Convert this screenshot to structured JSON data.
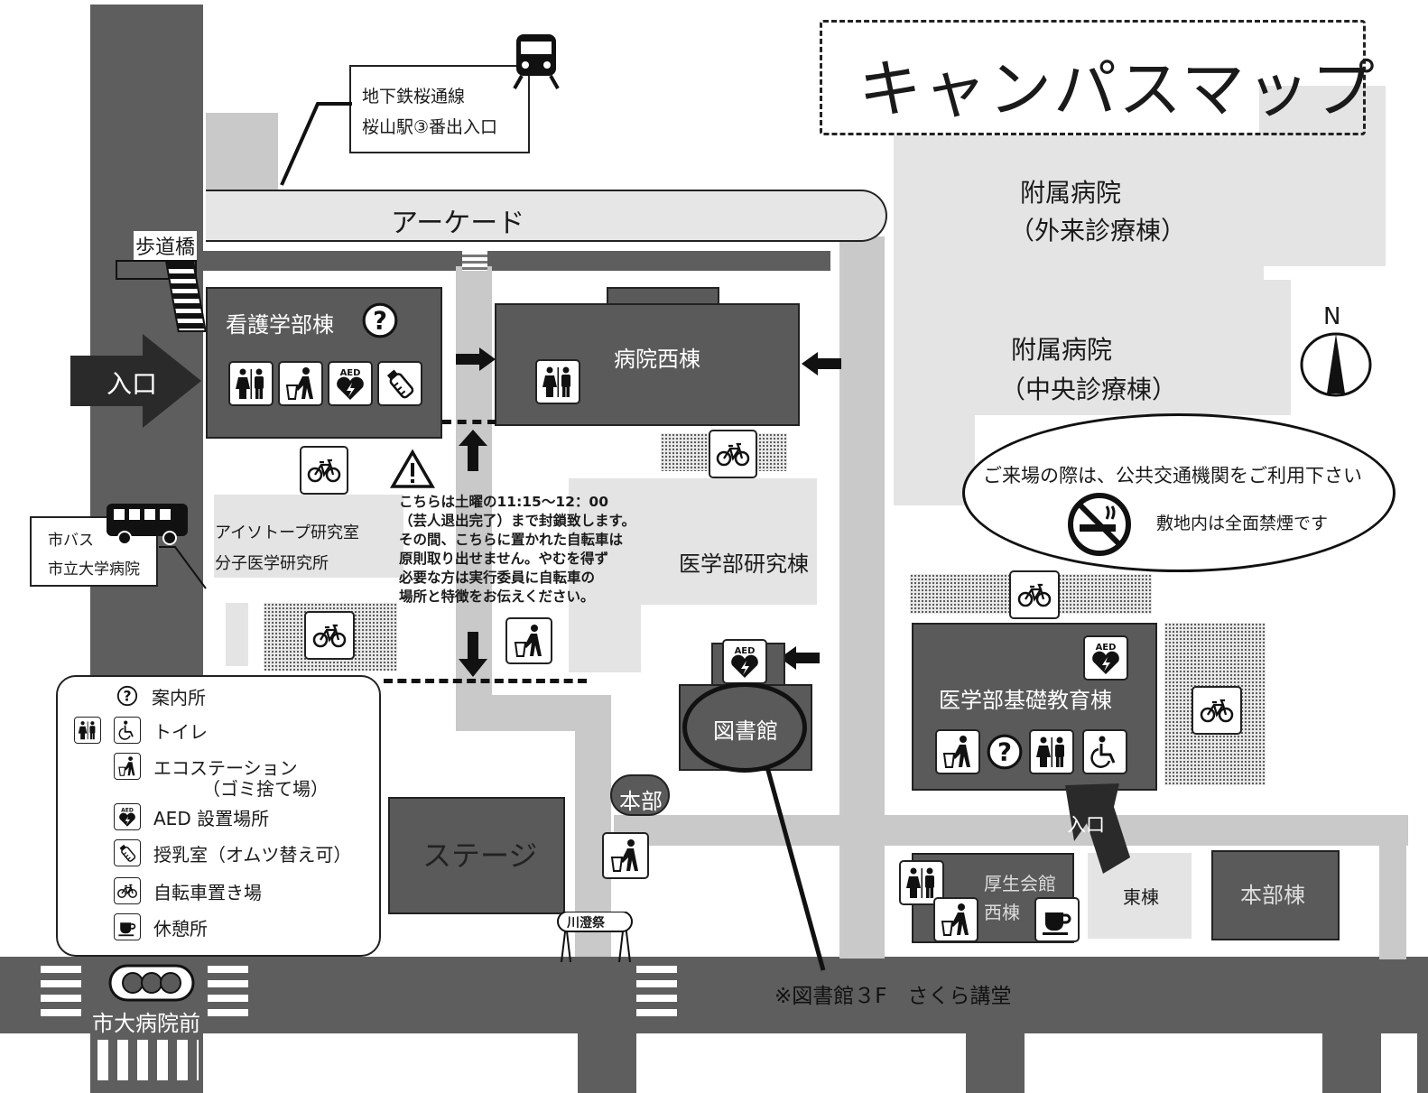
{
  "title": "キャンパスマップ",
  "station": {
    "line1": "地下鉄桜通線",
    "line2": "桜山駅③番出入口"
  },
  "arcade": "アーケード",
  "footbridge": "歩道橋",
  "entrance_label": "入口",
  "bus": {
    "line1": "市バス",
    "line2": "市立大学病院"
  },
  "buildings": {
    "nursing": "看護学部棟",
    "hospital_west": "病院西棟",
    "isotope": "アイソトープ研究室",
    "molecular": "分子医学研究所",
    "med_research": "医学部研究棟",
    "library": "図書館",
    "honbu_small": "本部",
    "stage": "ステージ",
    "hospital_outpatient_1": "附属病院",
    "hospital_outpatient_2": "（外来診療棟）",
    "hospital_central_1": "附属病院",
    "hospital_central_2": "（中央診療棟）",
    "basic_education": "医学部基礎教育棟",
    "welfare_1": "厚生会館",
    "welfare_2": "西棟",
    "east": "東棟",
    "headquarters": "本部棟"
  },
  "entrance_2": "入口",
  "north": "N",
  "notice": {
    "line1": "こちらは土曜の11:15～12：00",
    "line2": "（芸人退出完了）まで封鎖致します。",
    "line3": "その間、こちらに置かれた自転車は",
    "line4": "原則取り出せません。やむを得ず",
    "line5": "必要な方は実行委員に自転車の",
    "line6": "場所と特徴をお伝えください。"
  },
  "transit": {
    "line1": "ご来場の際は、公共交通機関をご利用下さい",
    "line2": "敷地内は全面禁煙です"
  },
  "legend": [
    {
      "icon": "info-icon",
      "label": "案内所"
    },
    {
      "icon": "toilet-icon",
      "label": "トイレ"
    },
    {
      "icon": "trash-icon",
      "label": "エコステーション",
      "sub": "（ゴミ捨て場）"
    },
    {
      "icon": "aed-icon",
      "label": "AED 設置場所"
    },
    {
      "icon": "bottle-icon",
      "label": "授乳室（オムツ替え可）"
    },
    {
      "icon": "bicycle-icon",
      "label": "自転車置き場"
    },
    {
      "icon": "cup-icon",
      "label": "休憩所"
    }
  ],
  "aed_text": "AED",
  "library_note": "※図書館３F　さくら講堂",
  "bus_stop": "市大病院前",
  "gate": "川澄祭"
}
